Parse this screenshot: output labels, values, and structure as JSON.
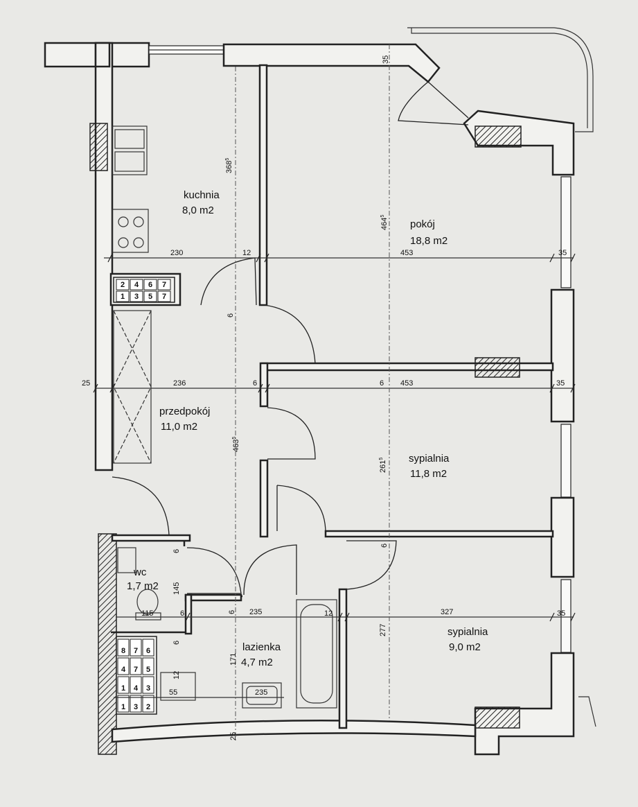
{
  "rooms": {
    "kuchnia": {
      "name": "kuchnia",
      "area": "8,0 m2"
    },
    "pokoj": {
      "name": "pokój",
      "area": "18,8 m2"
    },
    "przedpokoj": {
      "name": "przedpokój",
      "area": "11,0 m2"
    },
    "sypialnia1": {
      "name": "sypialnia",
      "area": "11,8 m2"
    },
    "wc": {
      "name": "wc",
      "area": "1,7 m2"
    },
    "lazienka": {
      "name": "lazienka",
      "area": "4,7 m2"
    },
    "sypialnia2": {
      "name": "sypialnia",
      "area": "9,0 m2"
    }
  },
  "dimensions": {
    "top_35": "35",
    "kitchen_depth": "368",
    "kitchen_depth_sup": "5",
    "pokoj_depth": "464",
    "pokoj_depth_sup": "5",
    "row1_230": "230",
    "row1_12": "12",
    "row1_453": "453",
    "row1_35": "35",
    "hall_6": "6",
    "row2_25": "25",
    "row2_236": "236",
    "row2_6a": "6",
    "row2_6b": "6",
    "row2_453": "453",
    "row2_35": "35",
    "hall_depth": "463",
    "hall_depth_sup": "5",
    "bed_depth": "261",
    "bed_depth_sup": "5",
    "wc_6a": "6",
    "wc_145": "145",
    "wc_6b": "6",
    "bed_6": "6",
    "row3_115": "115",
    "row3_6": "6",
    "row3_235": "235",
    "row3_12": "12",
    "row3_327": "327",
    "row3_35": "35",
    "bath_6": "6",
    "bath_171": "171",
    "bed2_277": "277",
    "bath_12": "12",
    "bath_55": "55",
    "bath_235": "235",
    "bottom_25": "25"
  },
  "stove_numbers": {
    "top": [
      "2",
      "4",
      "6",
      "7"
    ],
    "bottom": [
      "1",
      "3",
      "5",
      "7"
    ]
  },
  "bath_stove_numbers": [
    "8",
    "7",
    "6",
    "4",
    "7",
    "5",
    "1",
    "4",
    "3",
    "1",
    "3",
    "2"
  ]
}
